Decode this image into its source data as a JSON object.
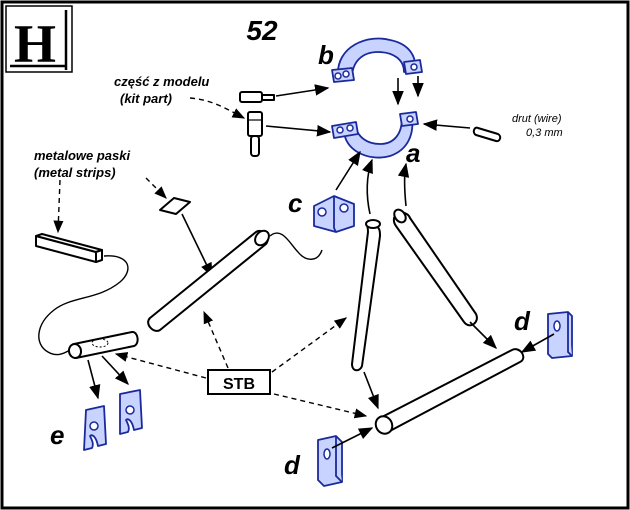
{
  "step_letter": "H",
  "step_number": "52",
  "part_labels": {
    "a": "a",
    "b": "b",
    "c": "c",
    "d_right": "d",
    "d_bottom": "d",
    "e": "e"
  },
  "callouts": {
    "kit_part_pl": "część z modelu",
    "kit_part_en": "(kit part)",
    "wire_en": "drut (wire)",
    "wire_size": "0,3 mm",
    "strips_pl": "metalowe paski",
    "strips_en": "(metal strips)",
    "stb": "STB"
  },
  "colors": {
    "photoetch_fill": "#c9d3ff",
    "photoetch_line": "#1a2a9c",
    "outline": "#000000",
    "background": "#ffffff"
  }
}
